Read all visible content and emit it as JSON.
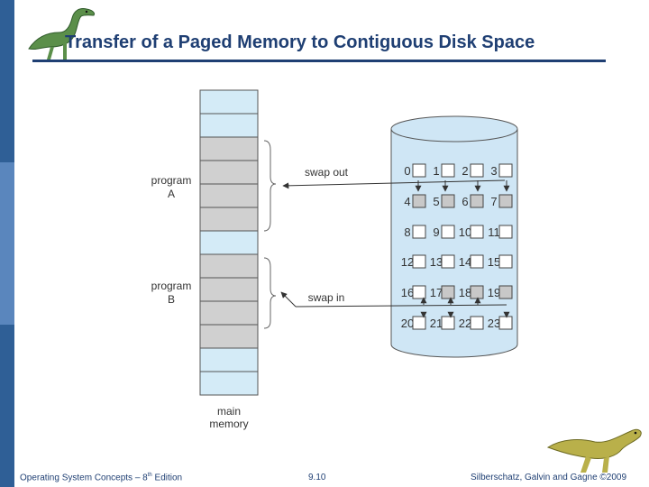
{
  "slide": {
    "title": "Transfer of a Paged Memory to Contiguous Disk Space"
  },
  "diagram": {
    "program_a": [
      "program",
      "A"
    ],
    "program_b": [
      "program",
      "B"
    ],
    "memory_label": [
      "main",
      "memory"
    ],
    "swap_out": "swap out",
    "swap_in": "swap in",
    "disk_blocks": [
      [
        "0",
        "1",
        "2",
        "3"
      ],
      [
        "4",
        "5",
        "6",
        "7"
      ],
      [
        "8",
        "9",
        "10",
        "11"
      ],
      [
        "12",
        "13",
        "14",
        "15"
      ],
      [
        "16",
        "17",
        "18",
        "19"
      ],
      [
        "20",
        "21",
        "22",
        "23"
      ]
    ]
  },
  "footer": {
    "left_prefix": "Operating System Concepts – 8",
    "left_sup": "th",
    "left_suffix": " Edition",
    "center": "9.10",
    "right": "Silberschatz, Galvin and Gagne ©2009"
  },
  "colors": {
    "memory_free": "#d4ebf7",
    "memory_used": "#d0d0d0",
    "disk": "#cfe6f5",
    "block_free": "#ffffff",
    "block_used": "#c8c8c8",
    "title": "#1f3f73"
  }
}
